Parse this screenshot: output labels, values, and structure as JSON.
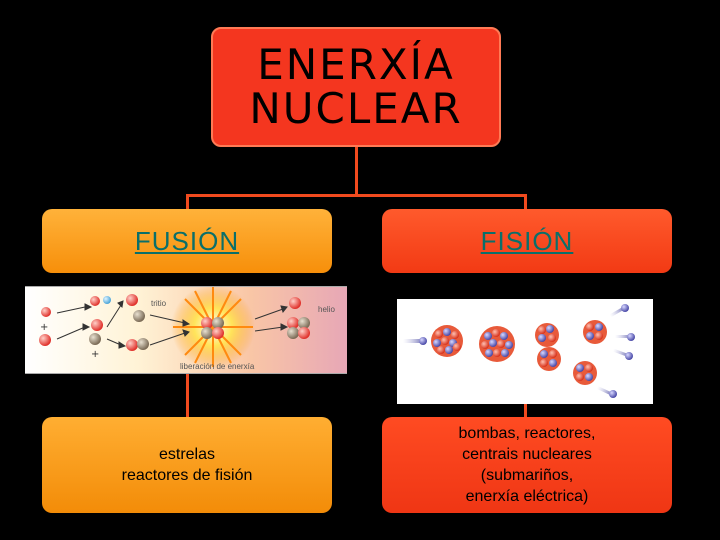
{
  "title": "ENERXÍA\nNUCLEAR",
  "branches": [
    {
      "heading": "FUSIÓN",
      "image_labels": [
        "tritio",
        "helio",
        "liberación de enerxía"
      ],
      "description": "estrelas\nreactores de fisión"
    },
    {
      "heading": "FISIÓN",
      "description": "bombas, reactores,\ncentrais nucleares\n(submariños,\nenerxía eléctrica)"
    }
  ],
  "colors": {
    "background": "#000000",
    "title_box": "#f4361f",
    "fusion_box": "#f7990f",
    "fision_box": "#f23a14",
    "heading_text": "#0a6f6a",
    "connector": "#f04a1e"
  }
}
